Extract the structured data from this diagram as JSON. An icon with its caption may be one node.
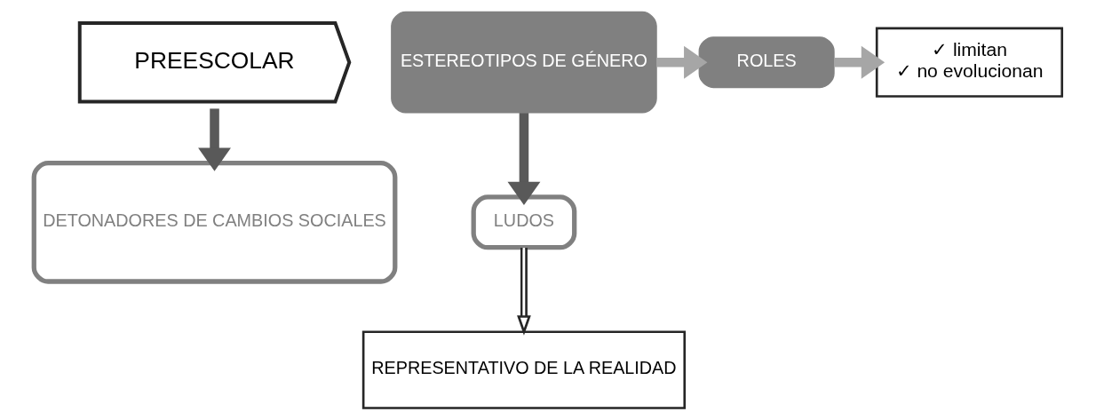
{
  "diagram": {
    "nodes": [
      {
        "text": [
          "PREESCOLAR"
        ]
      },
      {
        "text": [
          "ESTEREOTIPOS DE GÉNERO"
        ]
      },
      {
        "text": [
          "ROLES"
        ]
      },
      {
        "text": [
          "✓ limitan",
          "✓ no evolucionan"
        ]
      },
      {
        "text": [
          "DETONADORES DE CAMBIOS SOCIALES"
        ]
      },
      {
        "text": [
          "LUDOS"
        ]
      },
      {
        "text": [
          "REPRESENTATIVO DE LA REALIDAD"
        ]
      }
    ],
    "edges": [
      {
        "from": 1,
        "to": 2,
        "arrow": "to",
        "color": "#a6a6a6"
      },
      {
        "from": 2,
        "to": 3,
        "arrow": "to",
        "color": "#a6a6a6"
      },
      {
        "from": 0,
        "to": 4,
        "arrow": "to",
        "color": "#595959"
      },
      {
        "from": 1,
        "to": 5,
        "arrow": "to",
        "color": "#595959"
      },
      {
        "from": 5,
        "to": 6,
        "arrow": "to",
        "color": "#262626"
      }
    ]
  }
}
